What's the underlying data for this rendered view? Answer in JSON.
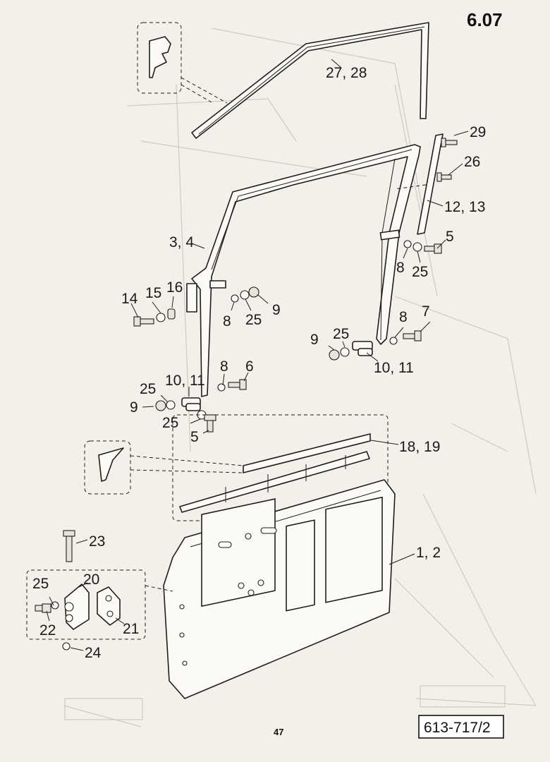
{
  "page": {
    "section": "6.07",
    "page_number": "47",
    "drawing_ref": "613-717/2"
  },
  "callouts": [
    {
      "id": "c-27-28",
      "text": "27, 28"
    },
    {
      "id": "c-29",
      "text": "29"
    },
    {
      "id": "c-26",
      "text": "26"
    },
    {
      "id": "c-12-13",
      "text": "12, 13"
    },
    {
      "id": "c-5-top",
      "text": "5"
    },
    {
      "id": "c-8-top",
      "text": "8"
    },
    {
      "id": "c-25-top",
      "text": "25"
    },
    {
      "id": "c-3-4",
      "text": "3, 4"
    },
    {
      "id": "c-14",
      "text": "14"
    },
    {
      "id": "c-15",
      "text": "15"
    },
    {
      "id": "c-16",
      "text": "16"
    },
    {
      "id": "c-8-mid-left",
      "text": "8"
    },
    {
      "id": "c-25-mid-left",
      "text": "25"
    },
    {
      "id": "c-9-mid-left",
      "text": "9"
    },
    {
      "id": "c-8-mid-right",
      "text": "8"
    },
    {
      "id": "c-7",
      "text": "7"
    },
    {
      "id": "c-9-mid-right",
      "text": "9"
    },
    {
      "id": "c-25-mid-right",
      "text": "25"
    },
    {
      "id": "c-10-11-right",
      "text": "10, 11"
    },
    {
      "id": "c-10-11-left",
      "text": "10, 11"
    },
    {
      "id": "c-8-lower",
      "text": "8"
    },
    {
      "id": "c-6",
      "text": "6"
    },
    {
      "id": "c-25-lower-a",
      "text": "25"
    },
    {
      "id": "c-9-lower",
      "text": "9"
    },
    {
      "id": "c-25-lower-b",
      "text": "25"
    },
    {
      "id": "c-5-lower",
      "text": "5"
    },
    {
      "id": "c-18-19",
      "text": "18, 19"
    },
    {
      "id": "c-23",
      "text": "23"
    },
    {
      "id": "c-1-2",
      "text": "1, 2"
    },
    {
      "id": "c-25-hinge",
      "text": "25"
    },
    {
      "id": "c-20",
      "text": "20"
    },
    {
      "id": "c-22",
      "text": "22"
    },
    {
      "id": "c-21",
      "text": "21"
    },
    {
      "id": "c-24",
      "text": "24"
    }
  ]
}
